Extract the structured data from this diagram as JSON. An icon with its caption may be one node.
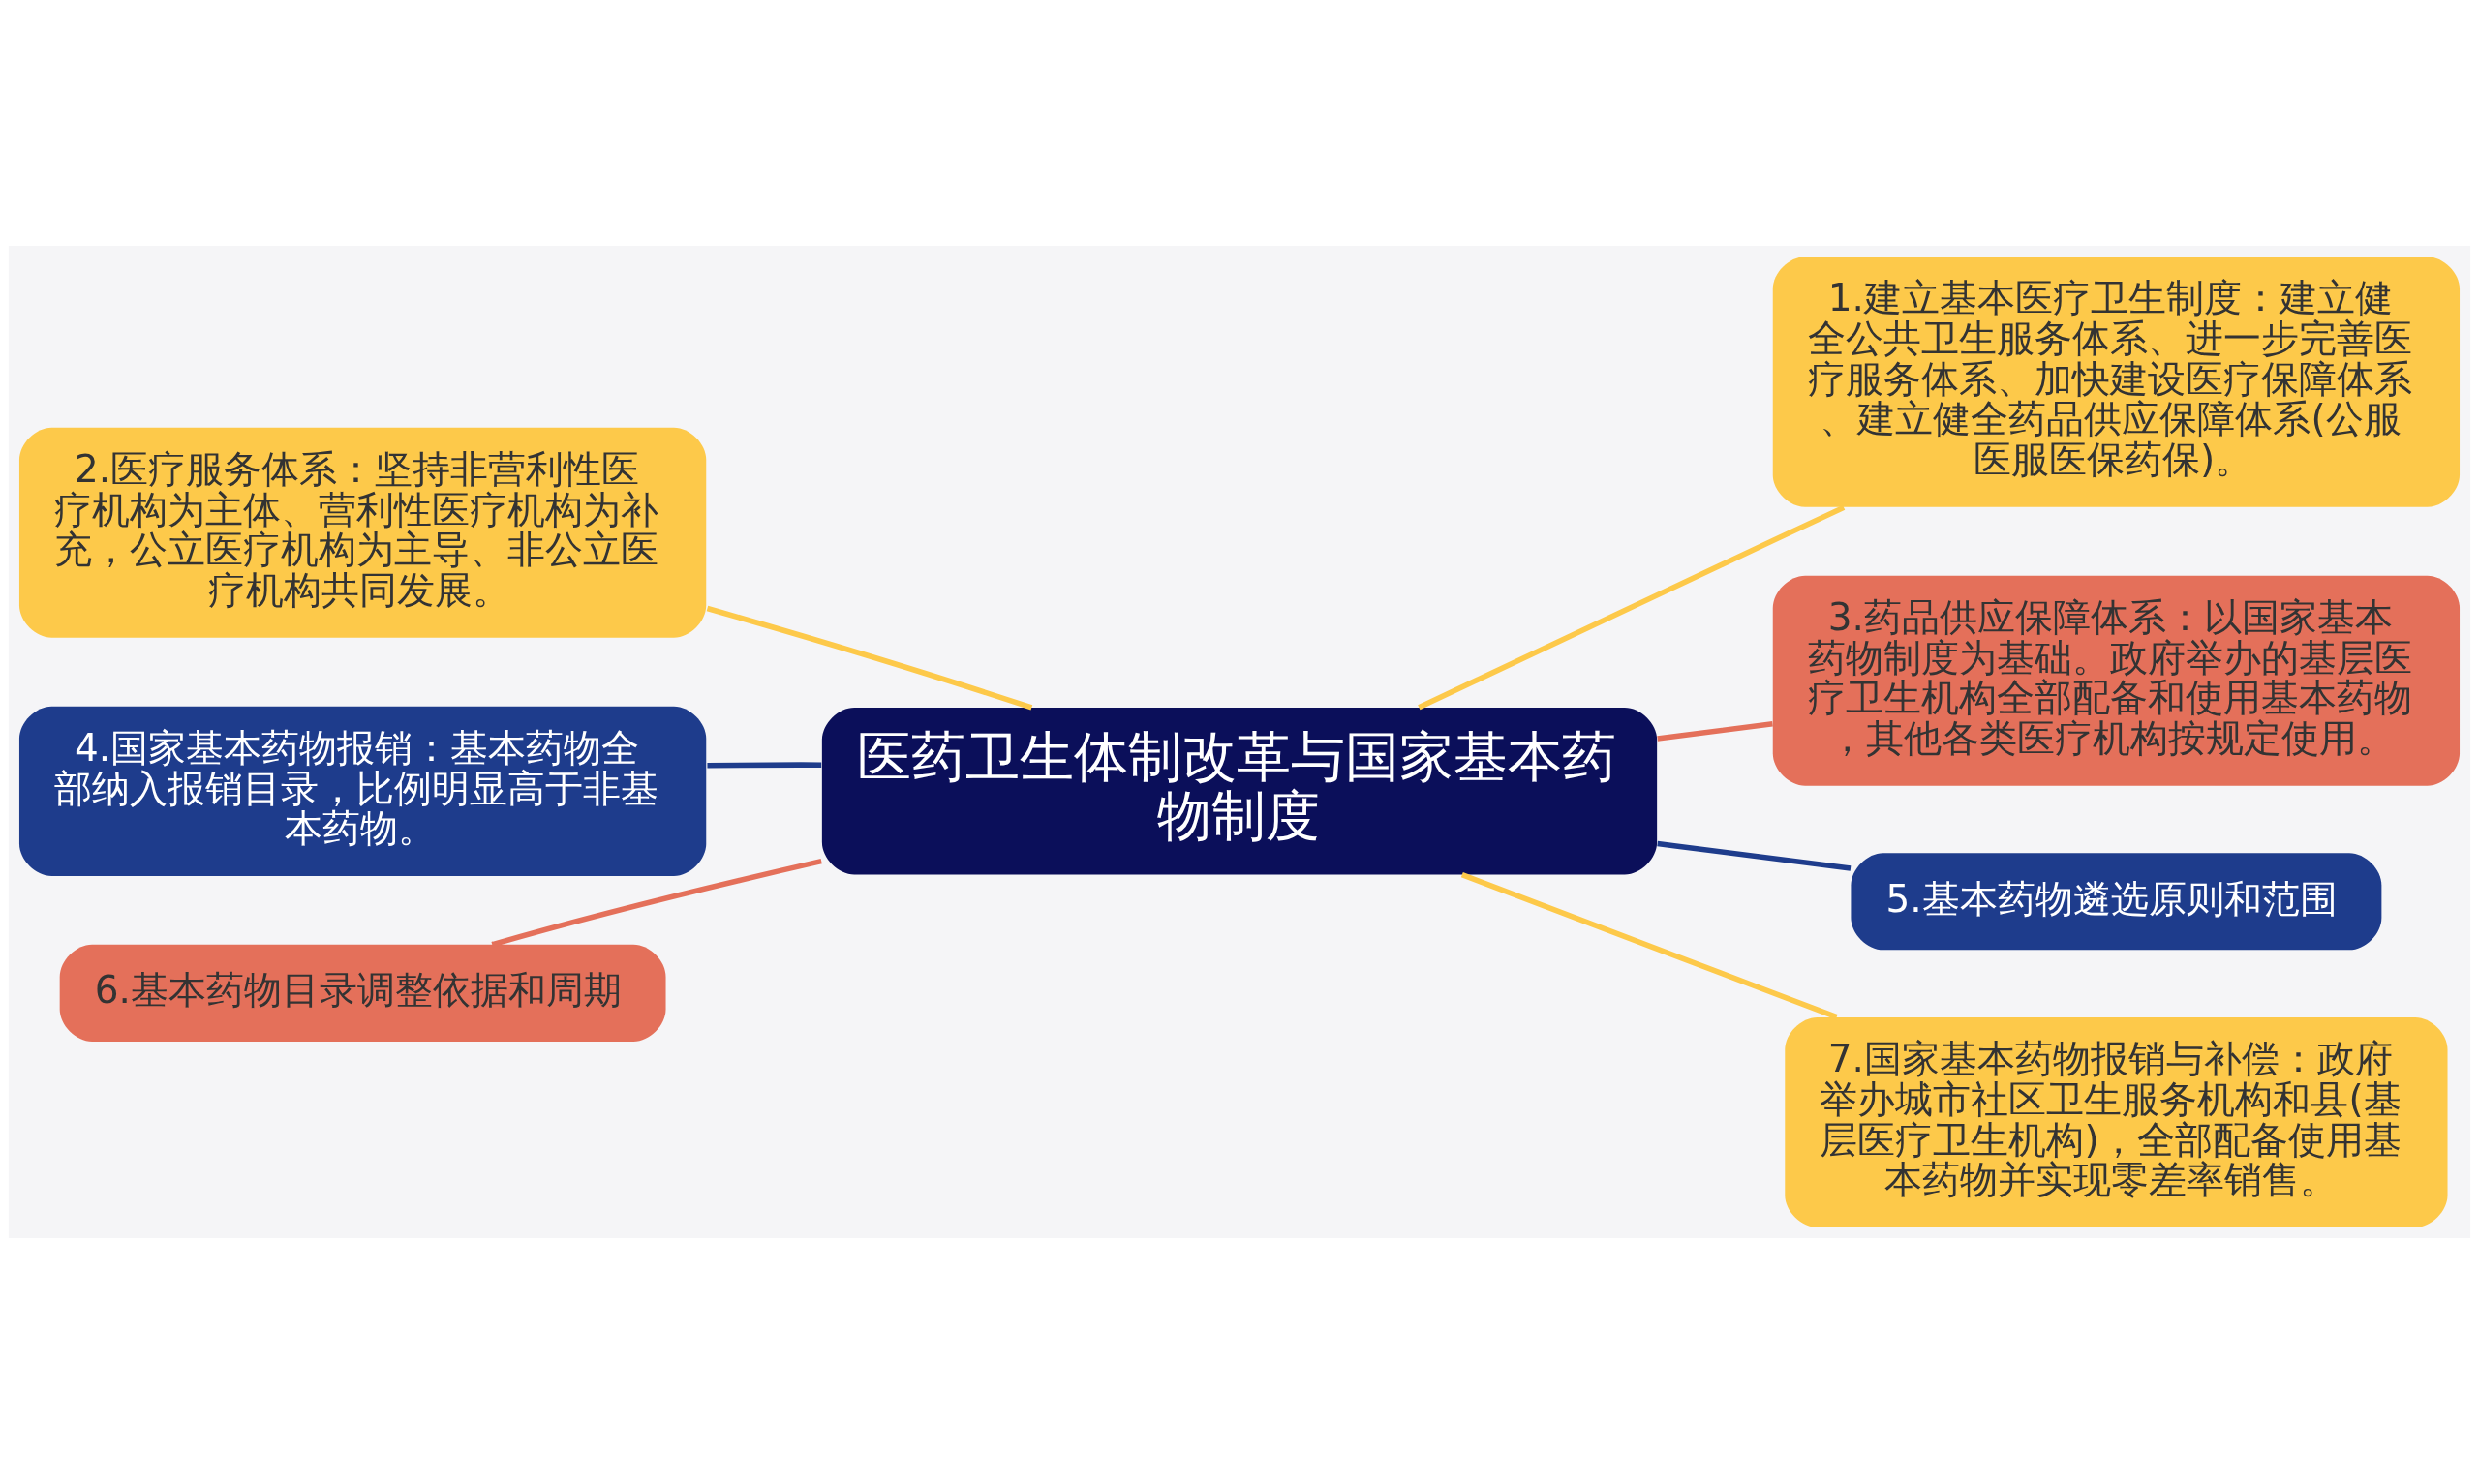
{
  "diagram": {
    "nodes": [
      {
        "text": [
          "医药卫生体制改革与国家基本药物制度"
        ]
      },
      {
        "text": [
          "1.建立基本医疗卫生制度：建立健全公共卫生服务体系、进一步完善医疗服务体系、加快建设医疗保障体系、建立健全药品供应保障体系(公服医服医保药保)。"
        ]
      },
      {
        "text": [
          "2.医疗服务体系：坚持非营利性医疗机构为主体、营利性医疗机构为补充，公立医疗机构为主导、非公立医疗机构共同发展。"
        ]
      },
      {
        "text": [
          "3.药品供应保障体系：以国家基本药物制度为基础。政府举办的基层医疗卫生机构全部配备和使用基本药物，其他各类医疗机构按规定使用。"
        ]
      },
      {
        "text": [
          "4.国家基本药物报销：基本药物全部纳入报销目录，比例明显高于非基本药物。"
        ]
      },
      {
        "text": [
          "5.基本药物遴选原则和范围"
        ]
      },
      {
        "text": [
          "6.基本药物目录调整依据和周期"
        ]
      },
      {
        "text": [
          "7.国家基本药物报销与补偿：政府举办城市社区卫生服务机构和县(基层医疗卫生机构)，全部配备使用基本药物并实现零差率销售。"
        ]
      }
    ],
    "edges": [
      {
        "from": 0,
        "to": 1,
        "arrow": "none"
      },
      {
        "from": 0,
        "to": 2,
        "arrow": "none"
      },
      {
        "from": 0,
        "to": 3,
        "arrow": "none",
        "color": "#e4705a"
      },
      {
        "from": 0,
        "to": 4,
        "arrow": "none",
        "color": "#1e3c8c"
      },
      {
        "from": 0,
        "to": 5,
        "arrow": "none",
        "color": "#1e3c8c"
      },
      {
        "from": 0,
        "to": 6,
        "arrow": "none",
        "color": "#e4705a"
      },
      {
        "from": 0,
        "to": 7,
        "arrow": "none"
      }
    ]
  }
}
